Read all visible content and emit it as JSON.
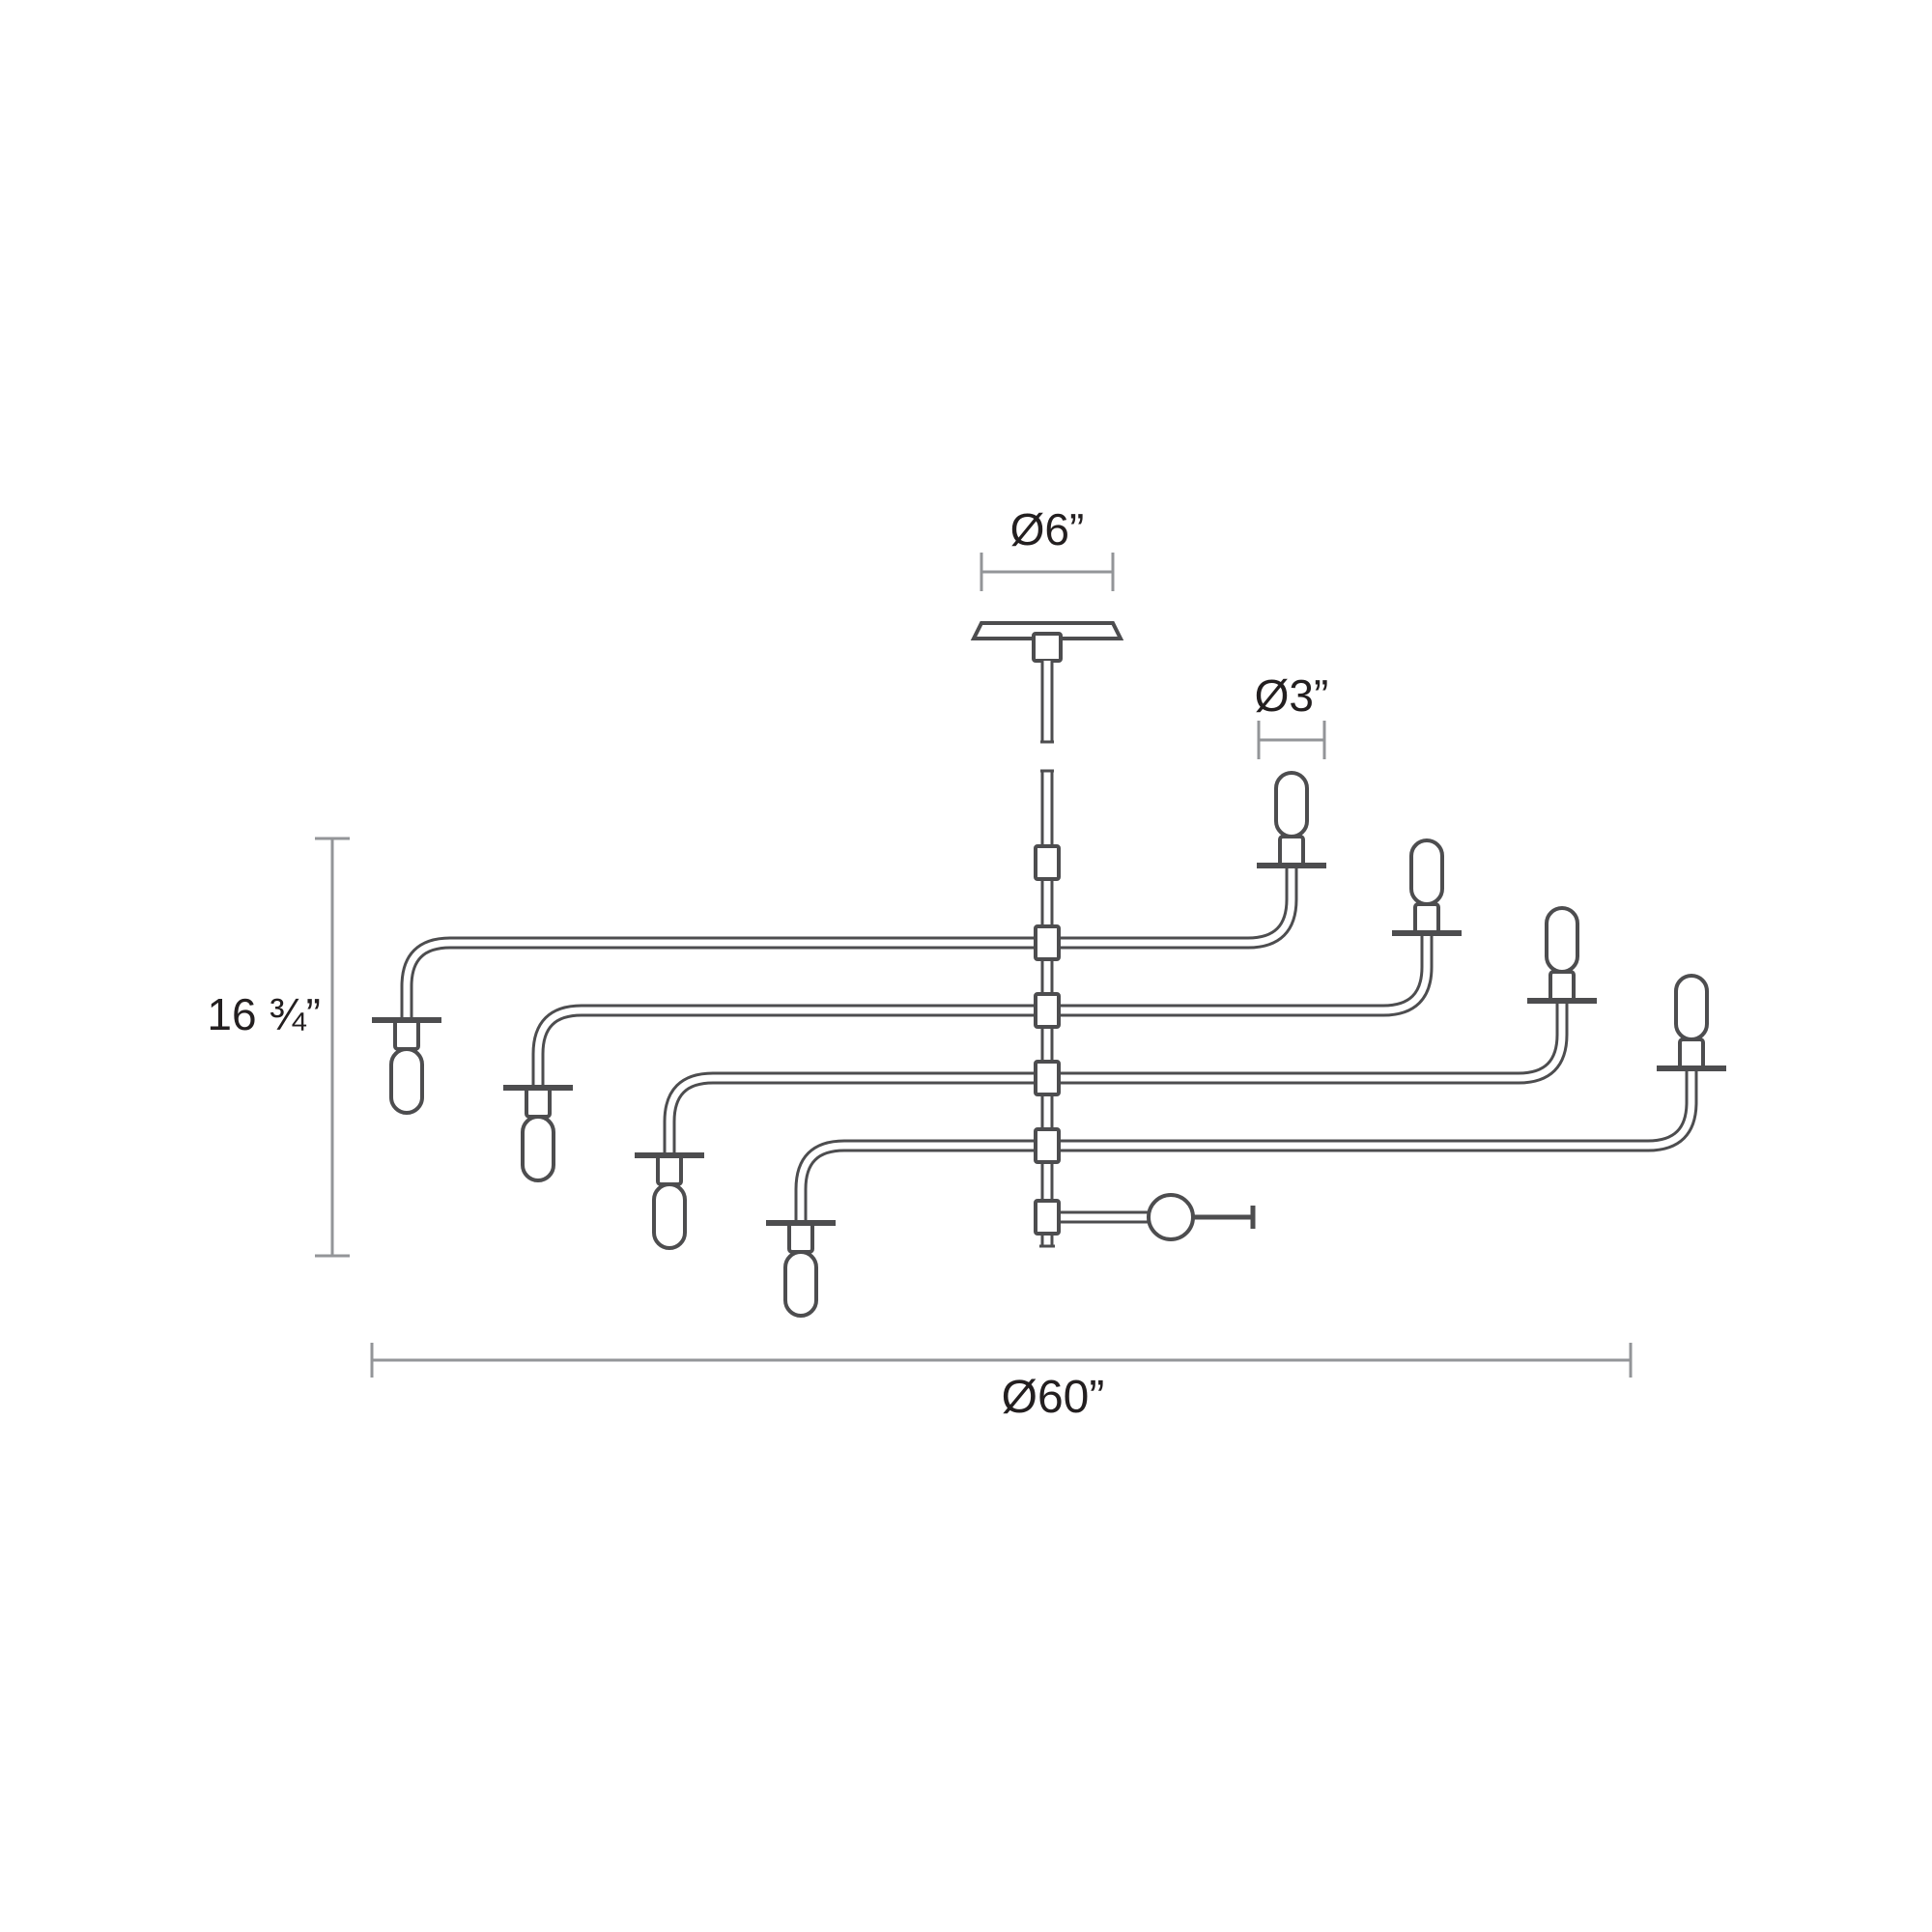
{
  "diagram": {
    "type": "technical-line-drawing",
    "subject": "8-light chandelier dimension drawing",
    "dimensions": {
      "canopy_diameter": "Ø6”",
      "socket_diameter": "Ø3”",
      "fixture_height": "16 ¾”",
      "fixture_diameter": "Ø60”"
    },
    "colors": {
      "line": "#4d4d4f",
      "dim": "#939598",
      "text": "#231f20",
      "background": "#ffffff"
    }
  }
}
